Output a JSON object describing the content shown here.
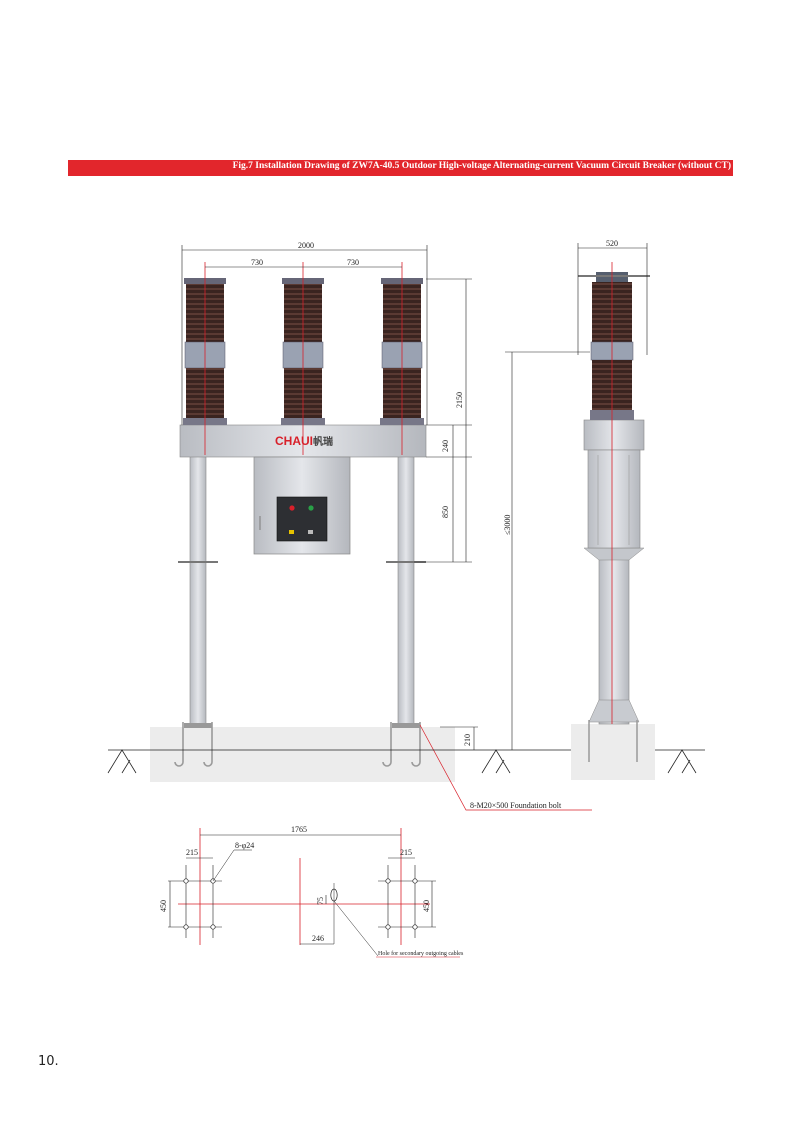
{
  "header": {
    "title": "Fig.7 Installation Drawing of ZW7A-40.5 Outdoor High-voltage Alternating-current Vacuum Circuit Breaker (without CT)"
  },
  "colors": {
    "accent": "#e2262c",
    "insulator": "#3a2420",
    "steel": "#d4d6da",
    "centerline": "#d8202a"
  },
  "front_view": {
    "brand_logo": "CHAUI",
    "brand_logo_cn": "帆瑞",
    "dims": {
      "total_width": "2000",
      "phase_spacing_left": "730",
      "phase_spacing_right": "730",
      "insulator_height": "2150",
      "frame_height": "240",
      "cabinet_height": "850",
      "foundation_height": "210"
    },
    "bolt_label": "8-M20×500 Foundation bolt"
  },
  "side_view": {
    "dims": {
      "depth": "520",
      "total_height": "≤3000"
    }
  },
  "foundation_plan": {
    "dims": {
      "bolt_span": "1765",
      "left_offset": "215",
      "right_offset": "215",
      "hole_spec": "8-φ24",
      "left_height": "450",
      "right_height": "450",
      "cable_offset_v": "75",
      "cable_offset_h": "246"
    },
    "cable_hole_label": "Hole for secondary outgoing cables"
  },
  "page": {
    "number": "10."
  }
}
